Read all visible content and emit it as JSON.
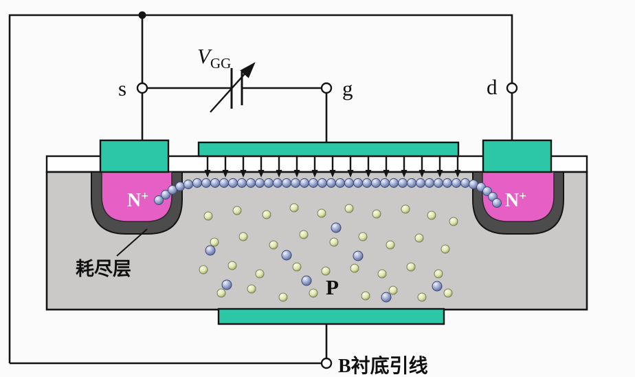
{
  "labels": {
    "source_terminal": "s",
    "gate_terminal": "g",
    "drain_terminal": "d",
    "vgg_symbol": "V",
    "vgg_subscript": "GG",
    "n_plus_base": "N",
    "n_plus_sup": "+",
    "depletion_layer": "耗尽层",
    "p_substrate": "P",
    "bulk_lead": "B衬底引线"
  },
  "colors": {
    "wire": "#141414",
    "contact": "#2cc7a6",
    "nregion": "#e55fc5",
    "shell": "#4c4c4c",
    "body": "#cac9c7",
    "oxide": "#fefefe",
    "bg": "#fbfbfb"
  }
}
